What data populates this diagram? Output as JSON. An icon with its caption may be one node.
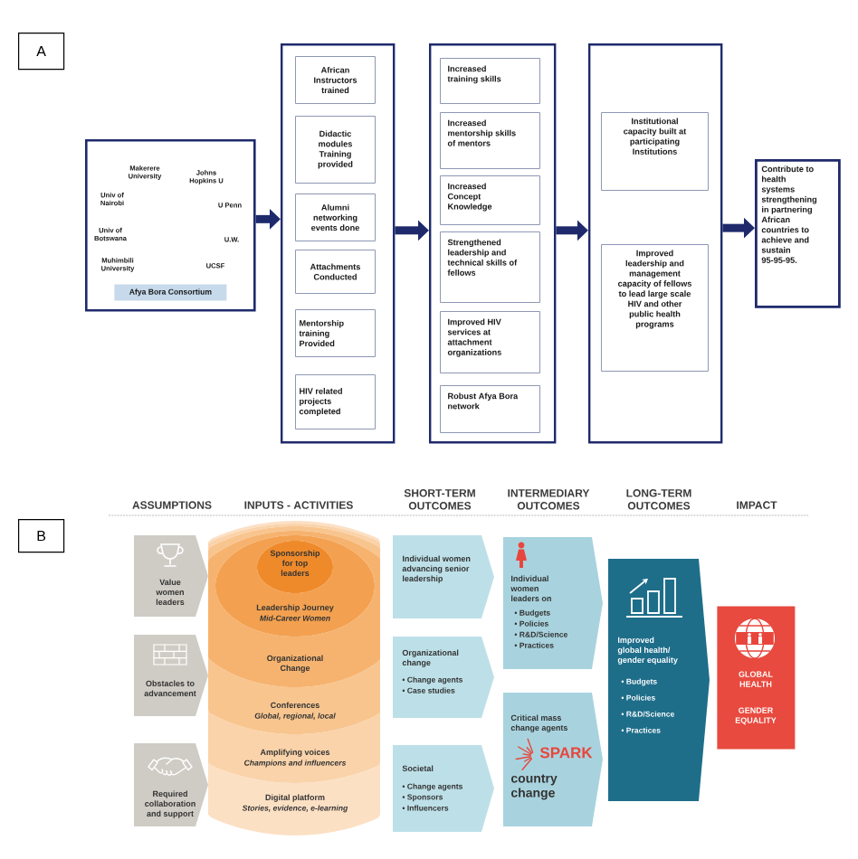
{
  "diagram": {
    "nodes": [
      {
        "text": [
          "A"
        ]
      },
      {
        "text": [
          "Makerere University",
          "Johns Hopkins U",
          "Univ of Nairobi",
          "U Penn",
          "Univ of Botswana",
          "U.W.",
          "Muhimbili University",
          "UCSF"
        ]
      },
      {
        "text": [
          "Afya Bora Consortium"
        ],
        "in": 1
      },
      {
        "text": [],
        "shape": "box"
      },
      {
        "text": [
          "African Instructors trained"
        ],
        "in": 3
      },
      {
        "text": [
          "Didactic modules Training provided"
        ],
        "in": 3
      },
      {
        "text": [
          "Alumni networking events done"
        ],
        "in": 3
      },
      {
        "text": [
          "Attachments Conducted"
        ],
        "in": 3
      },
      {
        "text": [
          "Mentorship training Provided"
        ],
        "in": 3
      },
      {
        "text": [
          "HIV related projects completed"
        ],
        "in": 3
      },
      {
        "text": [],
        "shape": "box"
      },
      {
        "text": [
          "Increased training skills"
        ],
        "in": 10
      },
      {
        "text": [
          "Increased mentorship skills of mentors"
        ],
        "in": 10
      },
      {
        "text": [
          "Increased Concept Knowledge"
        ],
        "in": 10
      },
      {
        "text": [
          "Strengthened leadership and technical skills of fellows"
        ],
        "in": 10
      },
      {
        "text": [
          "Improved HIV services at attachment organizations"
        ],
        "in": 10
      },
      {
        "text": [
          "Robust Afya Bora network"
        ],
        "in": 10
      },
      {
        "text": [],
        "shape": "box"
      },
      {
        "text": [
          "Institutional capacity built at participating Institutions"
        ],
        "in": 17
      },
      {
        "text": [
          "Improved leadership and management capacity of fellows to lead large scale HIV and other public health programs"
        ],
        "in": 17
      },
      {
        "text": [
          "Contribute to health systems strengthening in partnering African countries to achieve and sustain 95-95-95."
        ]
      },
      {
        "text": [
          "B"
        ]
      },
      {
        "text": [
          "Value women leaders"
        ]
      },
      {
        "text": [
          "Obstacles to advancement"
        ]
      },
      {
        "text": [
          "Required collaboration and support"
        ]
      },
      {
        "text": [
          "Digital platform",
          "Stories, evidence, e-learning"
        ]
      },
      {
        "text": [
          "Amplifying voices",
          "Champions and influencers"
        ],
        "in": 25
      },
      {
        "text": [
          "Conferences",
          "Global, regional, local"
        ],
        "in": 26
      },
      {
        "text": [
          "Organizational Change"
        ],
        "in": 27
      },
      {
        "text": [
          "Leadership Journey",
          "Mid-Career Women"
        ],
        "in": 28
      },
      {
        "text": [
          "Sponsorship for top leaders"
        ],
        "in": 29
      },
      {
        "text": [
          "Individual women advancing senior leadership"
        ]
      },
      {
        "text": [
          "Organizational change",
          "• Change agents",
          "• Case studies"
        ]
      },
      {
        "text": [
          "Societal",
          "• Change agents",
          "• Sponsors",
          "• Influencers"
        ]
      },
      {
        "text": [
          "Individual women leaders on",
          "• Budgets",
          "• Policies",
          "• R&D/Science",
          "• Practices"
        ]
      },
      {
        "text": [
          "Critical mass change agents",
          "SPARK",
          "country change"
        ]
      },
      {
        "text": [
          "Improved global health/ gender equality",
          "• Budgets",
          "• Policies",
          "• R&D/Science",
          "• Practices"
        ]
      },
      {
        "text": [
          "GLOBAL HEALTH",
          "GENDER EQUALITY"
        ]
      }
    ],
    "edges": [
      {
        "from": 1,
        "to": 3,
        "arrow": "to"
      },
      {
        "from": 3,
        "to": 10,
        "arrow": "to"
      },
      {
        "from": 10,
        "to": 17,
        "arrow": "to"
      },
      {
        "from": 17,
        "to": 20,
        "arrow": "to"
      }
    ],
    "labels": [
      "ASSUMPTIONS",
      "INPUTS - ACTIVITIES",
      "SHORT-TERM OUTCOMES",
      "INTERMEDIARY OUTCOMES",
      "LONG-TERM OUTCOMES",
      "IMPACT"
    ]
  }
}
